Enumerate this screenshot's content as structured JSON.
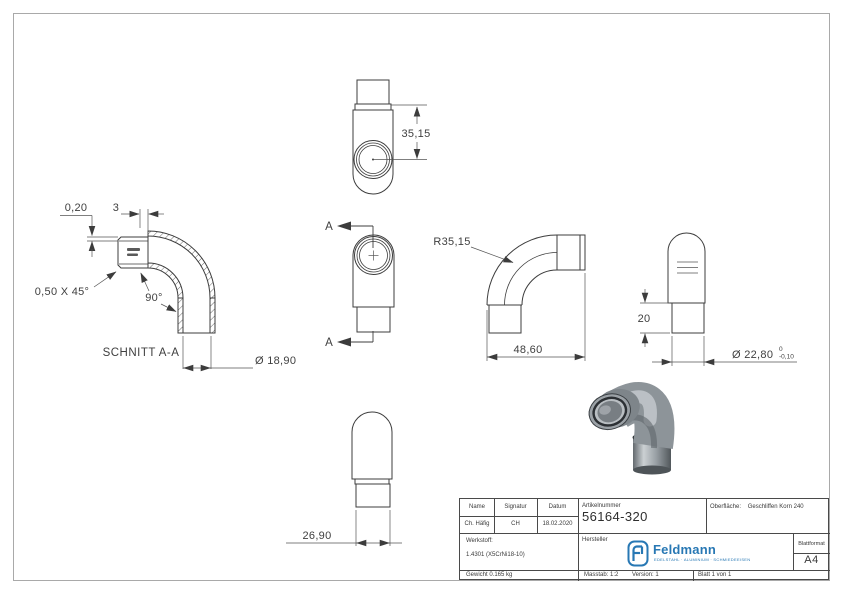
{
  "views": {
    "top": {
      "height_dim": "35,15"
    },
    "front": {
      "cut_label_top": "A",
      "cut_label_bottom": "A"
    },
    "section": {
      "caption": "SCHNITT A-A",
      "offset_dim": "0,20",
      "wall_dim": "3",
      "chamfer_note": "0,50 X 45°",
      "angle_dim": "90°",
      "diameter_dim": "Ø 18,90"
    },
    "bend": {
      "radius_dim": "R35,15",
      "width_dim": "48,60"
    },
    "end": {
      "length_dim": "20",
      "diameter_dim": "Ø 22,80",
      "tolerance_upper": "0",
      "tolerance_lower": "-0,10"
    },
    "bottom": {
      "diameter_dim": "26,90"
    }
  },
  "title_block": {
    "name_label": "Name",
    "signature_label": "Signatur",
    "date_label": "Datum",
    "name": "Ch. Häfig",
    "signature": "CH",
    "date": "18.02.2020",
    "article_label": "Artikelnummer",
    "article_number": "56164-320",
    "surface_label": "Oberfläche:",
    "surface_value": "Geschliffen Korn 240",
    "material_label": "Werkstoff:",
    "material_value": "1.4301 (X5CrNi18-10)",
    "manufacturer_label": "Hersteller",
    "format_label": "Blattformat",
    "format_value": "A4",
    "weight": "Gewicht 0.165 kg",
    "scale": "Masstab: 1:2",
    "version": "Version: 1",
    "sheet": "Blatt 1 von 1",
    "logo_text": "Feldmann",
    "logo_tagline": "EDELSTAHL · ALUMINIUM · SCHMIEDEEISEN",
    "logo_color": "#2878b4"
  }
}
